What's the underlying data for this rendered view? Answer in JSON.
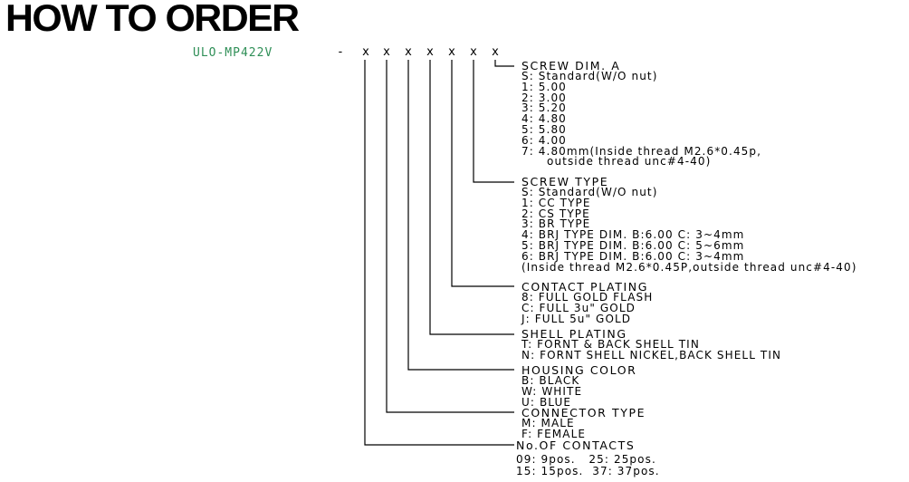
{
  "title": "HOW TO ORDER",
  "part_number": "ULO-MP422V",
  "dash": "-",
  "x_marks": [
    "x",
    "x",
    "x",
    "x",
    "x",
    "x",
    "x"
  ],
  "sections": {
    "screw_dim": {
      "heading": "SCREW DIM. A",
      "options": [
        "S: Standard(W/O nut)",
        "1: 5.00",
        "2: 3.00",
        "3: 5.20",
        "4: 4.80",
        "5: 5.80",
        "6: 4.00",
        "7: 4.80mm(Inside thread M2.6*0.45p,",
        "outside thread unc#4-40)"
      ]
    },
    "screw_type": {
      "heading": "SCREW TYPE",
      "options": [
        "S: Standard(W/O nut)",
        "1: CC TYPE",
        "2: CS TYPE",
        "3: BR TYPE",
        "4: BRJ TYPE DIM. B:6.00 C: 3~4mm",
        "5: BRJ TYPE DIM. B:6.00 C: 5~6mm",
        "6: BRJ TYPE DIM. B:6.00 C: 3~4mm",
        "(Inside thread M2.6*0.45P,outside thread unc#4-40)"
      ]
    },
    "contact_plating": {
      "heading": "CONTACT PLATING",
      "options": [
        "8: FULL GOLD FLASH",
        "C: FULL 3u\" GOLD",
        "J: FULL 5u\" GOLD"
      ]
    },
    "shell_plating": {
      "heading": "SHELL PLATING",
      "options": [
        "T: FORNT & BACK SHELL TIN",
        "N: FORNT SHELL NICKEL,BACK SHELL TIN"
      ]
    },
    "housing_color": {
      "heading": "HOUSING COLOR",
      "options": [
        "B: BLACK",
        "W: WHITE",
        "U: BLUE"
      ]
    },
    "connector_type": {
      "heading": "CONNECTOR TYPE",
      "options": [
        "M: MALE",
        "F: FEMALE"
      ]
    },
    "contacts": {
      "heading": "No.OF CONTACTS",
      "rows": [
        "09: 9pos.   25: 25pos.",
        "15: 15pos.  37: 37pos."
      ]
    }
  }
}
